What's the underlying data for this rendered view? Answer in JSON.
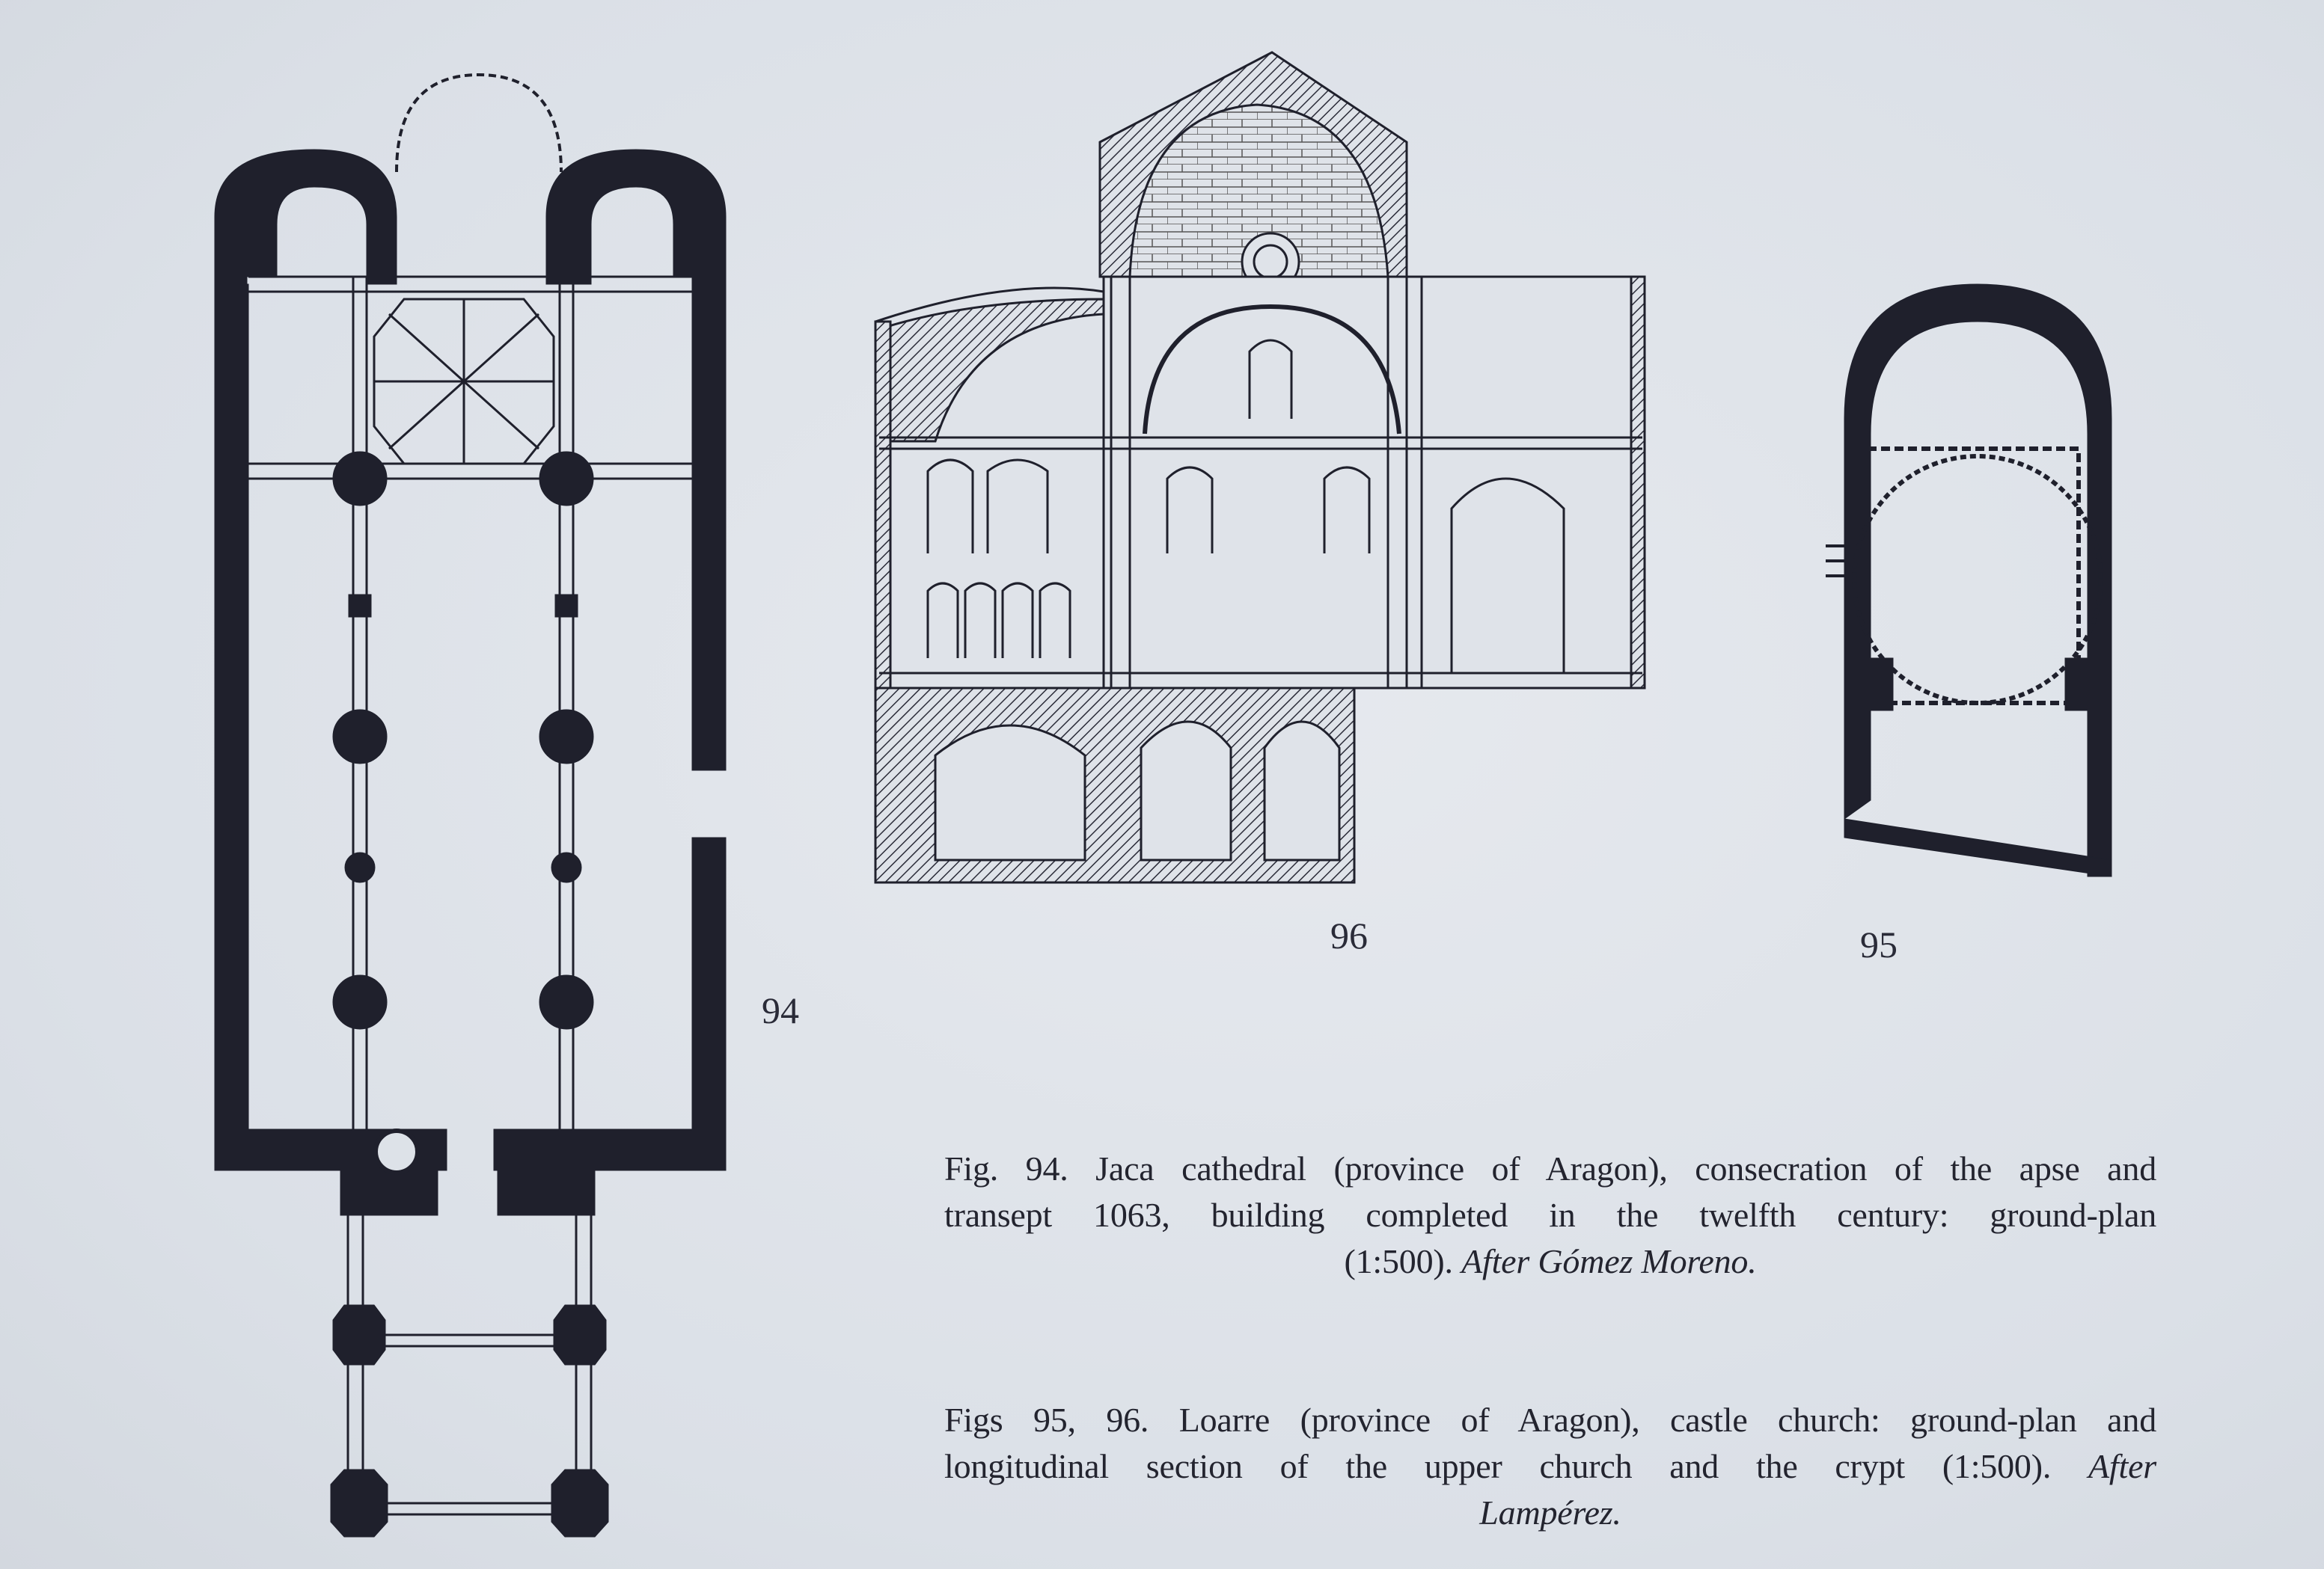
{
  "figures": {
    "fig94_label": "94",
    "fig95_label": "95",
    "fig96_label": "96"
  },
  "captions": {
    "fig94": {
      "line1": "Fig. 94. Jaca cathedral (province of Aragon), consecration of the apse and",
      "line2": "transept 1063, building completed in the twelfth century: ground-plan",
      "line3_plain": "(1:500). ",
      "line3_italic": "After Gómez Moreno."
    },
    "fig95_96": {
      "line1": "Figs 95, 96. Loarre (province of Aragon), castle church: ground-plan and",
      "line2_plain": "longitudinal section of the upper church and the crypt (1:500). ",
      "line2_italic": "After",
      "line3_italic": "Lampérez."
    }
  },
  "colors": {
    "ink": "#1f202c",
    "paper": "#dde2e8"
  }
}
